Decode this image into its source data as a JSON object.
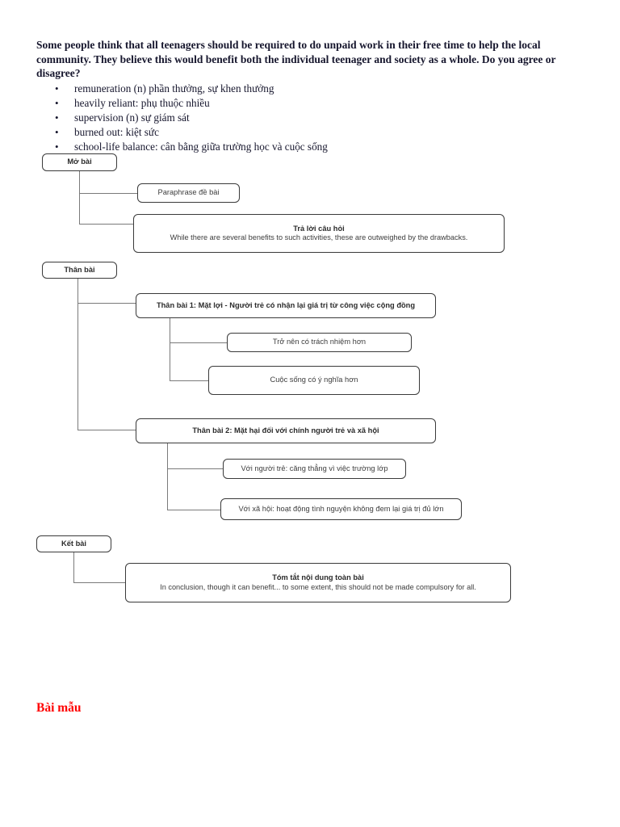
{
  "document": {
    "prompt": "Some people think that all teenagers should be required to do unpaid work in their free time to help the local community. They believe this would benefit both the individual teenager and society as a whole. Do you agree or disagree?",
    "vocab": [
      "remuneration (n) phần thưởng, sự khen thưởng",
      "heavily reliant: phụ thuộc nhiều",
      "supervision (n) sự giám sát",
      "burned out: kiệt sức",
      "school-life balance: cân bằng giữa trường học và cuộc sống"
    ],
    "sample_label": "Bài mẫu"
  },
  "diagram": {
    "mo_bai": {
      "label": "Mở bài"
    },
    "paraphrase": {
      "label": "Paraphrase đề bài"
    },
    "tra_loi": {
      "title": "Trả lời câu hỏi",
      "body": "While there are several benefits to such activities, these are outweighed by the drawbacks."
    },
    "than_bai": {
      "label": "Thân bài"
    },
    "than_bai_1": {
      "label": "Thân bài 1: Mặt lợi - Người trẻ có nhận lại giá trị từ công việc cộng đồng"
    },
    "tro_nen": {
      "label": "Trở nên có trách nhiệm hơn"
    },
    "cuoc_song": {
      "label": "Cuộc sống có ý nghĩa hơn"
    },
    "than_bai_2": {
      "label": "Thân bài 2: Mặt hại đối với chính người trẻ và xã hội"
    },
    "voi_nguoi_tre": {
      "label": "Với người trẻ: căng thẳng vì việc trường lớp"
    },
    "voi_xa_hoi": {
      "label": "Với xã hội: hoạt động tình nguyện không đem lại giá trị đủ lớn"
    },
    "ket_bai": {
      "label": "Kết bài"
    },
    "tom_tat": {
      "title": "Tóm tắt nội dung toàn bài",
      "body": "In conclusion, though it can benefit... to some extent, this should not be made compulsory for all."
    }
  },
  "colors": {
    "prompt_text": "#16162d",
    "sample_label": "#ff0000",
    "node_border": "#3a3a3a",
    "connector": "#7a7a7a",
    "page_background": "#ffffff"
  }
}
